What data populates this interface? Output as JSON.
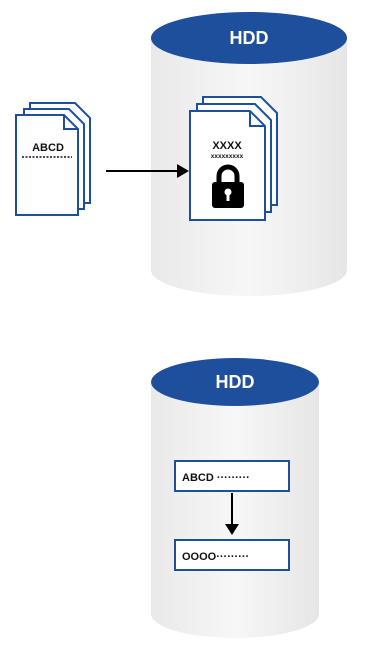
{
  "diagram_top": {
    "cylinder_label": "HDD",
    "source_doc_text": "ABCD",
    "encrypted_doc_text": "XXXX",
    "encrypted_doc_subtext": "xxxxxxxxx",
    "icons": [
      "document-stack-icon",
      "arrow-right-icon",
      "lock-icon"
    ]
  },
  "diagram_bottom": {
    "cylinder_label": "HDD",
    "record_before": "ABCD ·········",
    "record_after": "OOOO·········",
    "icons": [
      "arrow-down-icon"
    ]
  },
  "colors": {
    "accent": "#1d4f9c",
    "cylinder_body": "#f1f1f1",
    "text": "#111111",
    "arrow": "#000000"
  }
}
